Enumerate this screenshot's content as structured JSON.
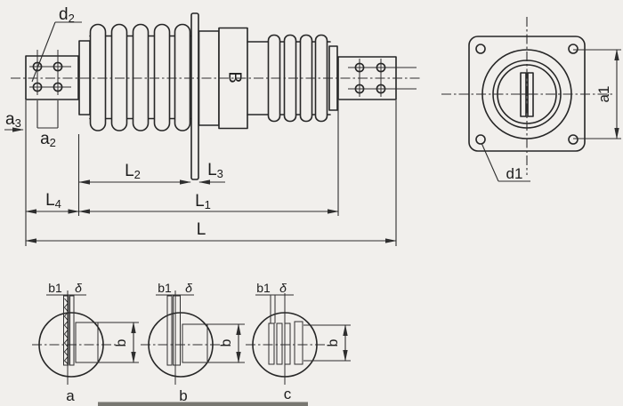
{
  "drawing": {
    "colors": {
      "paper": "#f1efec",
      "ink": "#262626"
    },
    "main_view": {
      "label_B": "B",
      "dim_d2": {
        "base": "d",
        "sub": "2"
      },
      "dim_a3": {
        "base": "a",
        "sub": "3"
      },
      "dim_a2": {
        "base": "a",
        "sub": "2"
      },
      "dim_L2": {
        "base": "L",
        "sub": "2"
      },
      "dim_L3": {
        "base": "L",
        "sub": "3"
      },
      "dim_L4": {
        "base": "L",
        "sub": "4"
      },
      "dim_L1": {
        "base": "L",
        "sub": "1"
      },
      "dim_L": "L"
    },
    "flange_view": {
      "dim_a1": "a1",
      "dim_d1": "d1"
    },
    "details": {
      "dim_b1": "b1",
      "dim_delta": "δ",
      "dim_b": "b",
      "variants": [
        {
          "label": "a"
        },
        {
          "label": "b"
        },
        {
          "label": "c"
        }
      ]
    }
  }
}
